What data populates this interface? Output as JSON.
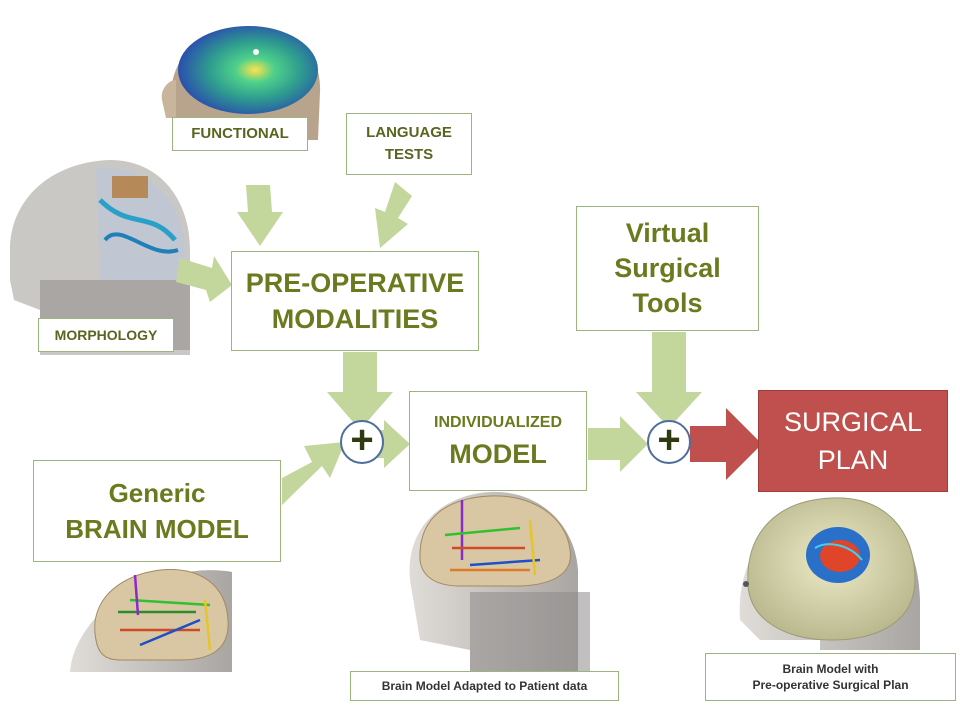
{
  "colors": {
    "arrow_green": "#c3d69b",
    "box_border": "#9cb47e",
    "label_text": "#6b7a1e",
    "surgical_red": "#c0504d",
    "plus_circle_border": "#4f6d9c"
  },
  "nodes": {
    "functional": "FUNCTIONAL",
    "language_line1": "LANGUAGE",
    "language_line2": "TESTS",
    "morphology": "MORPHOLOGY",
    "preop_line1": "PRE-OPERATIVE",
    "preop_line2": "MODALITIES",
    "virtual_line1": "Virtual",
    "virtual_line2": "Surgical",
    "virtual_line3": "Tools",
    "individualized_line1": "INDIVIDUALIZED",
    "individualized_line2": "MODEL",
    "generic_line1": "Generic",
    "generic_line2": "BRAIN MODEL",
    "surgical_line1": "SURGICAL",
    "surgical_line2": "PLAN"
  },
  "operators": {
    "plus_left": "+",
    "plus_right": "+"
  },
  "captions": {
    "adapted": "Brain Model Adapted to Patient data",
    "final_line1": "Brain Model with",
    "final_line2": "Pre-operative Surgical Plan"
  },
  "illustrations": {
    "functional_image": "head-with-functional-brain-map",
    "morphology_image": "head-with-brain-vessels",
    "generic_image": "brain-atlas-with-connections",
    "individualized_image": "head-with-adapted-brain-atlas",
    "final_image": "head-with-surgical-plan-skull"
  }
}
